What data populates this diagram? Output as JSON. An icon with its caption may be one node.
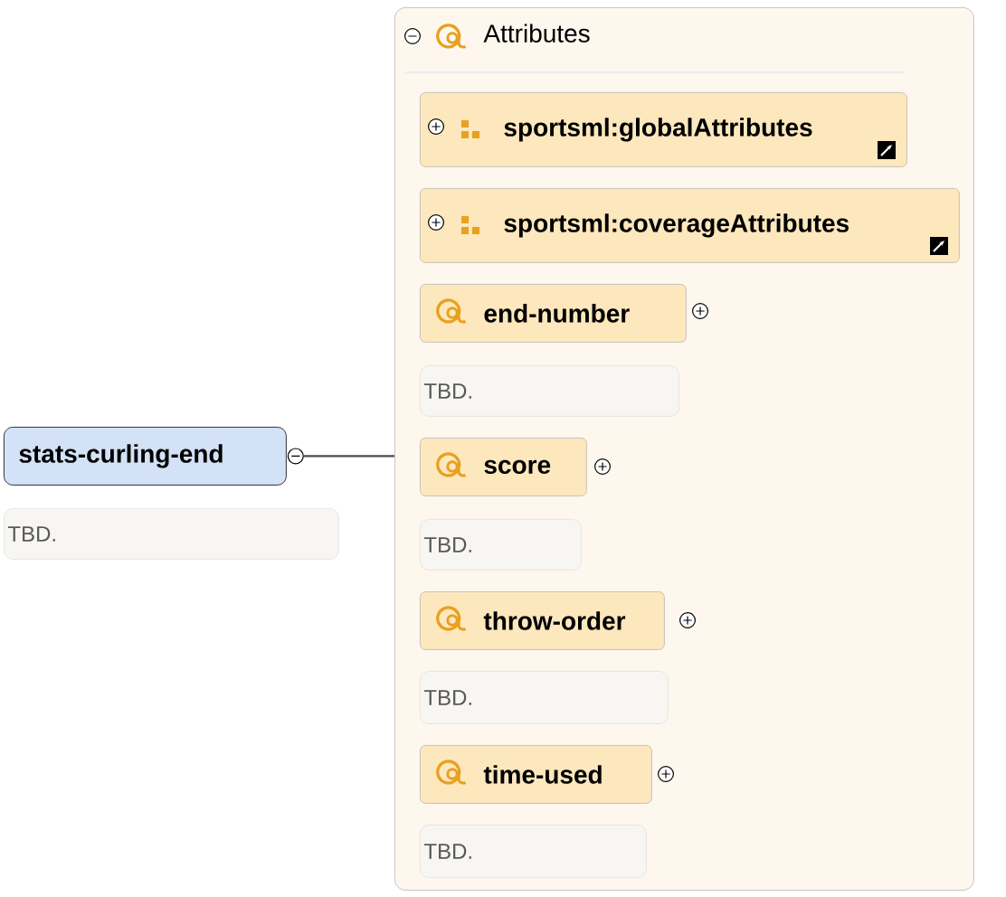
{
  "diagram": {
    "nodes": [
      {
        "text": [
          "stats-curling-end"
        ],
        "beside": [
          "TBD."
        ]
      },
      {
        "text": [
          "Attributes"
        ]
      },
      {
        "text": [
          "sportsml:globalAttributes"
        ],
        "in": 1
      },
      {
        "text": [
          "sportsml:coverageAttributes"
        ],
        "in": 1
      },
      {
        "text": [
          "end-number"
        ],
        "in": 1,
        "beside": [
          "TBD."
        ]
      },
      {
        "text": [
          "score"
        ],
        "in": 1,
        "beside": [
          "TBD."
        ]
      },
      {
        "text": [
          "throw-order"
        ],
        "in": 1,
        "beside": [
          "TBD."
        ]
      },
      {
        "text": [
          "time-used"
        ],
        "in": 1,
        "beside": [
          "TBD."
        ]
      },
      {
        "text": [],
        "shape": "circle"
      }
    ],
    "edges": [
      {
        "from": 8,
        "to": 1,
        "arrow": "none"
      }
    ]
  }
}
